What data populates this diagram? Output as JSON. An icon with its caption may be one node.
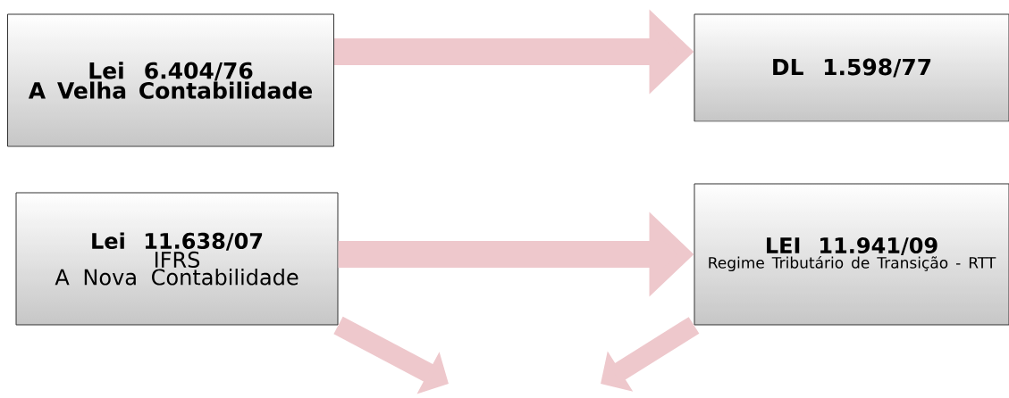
{
  "diagram": {
    "nodes": [
      {
        "text": [
          "Lei 6.404/76",
          "A Velha Contabilidade"
        ]
      },
      {
        "text": [
          "DL 1.598/77"
        ]
      },
      {
        "text": [
          "Lei 11.638/07",
          "IFRS",
          "A Nova Contabilidade"
        ]
      },
      {
        "text": [
          "LEI 11.941/09",
          "Regime Tributário de Transição - RTT"
        ]
      }
    ],
    "edges": [
      {
        "from": 0,
        "to": 1,
        "arrow": "to"
      },
      {
        "from": 2,
        "to": 3,
        "arrow": "to"
      },
      {
        "from": 2,
        "to": null,
        "arrow": "to"
      },
      {
        "from": 3,
        "to": null,
        "arrow": "to"
      }
    ]
  }
}
